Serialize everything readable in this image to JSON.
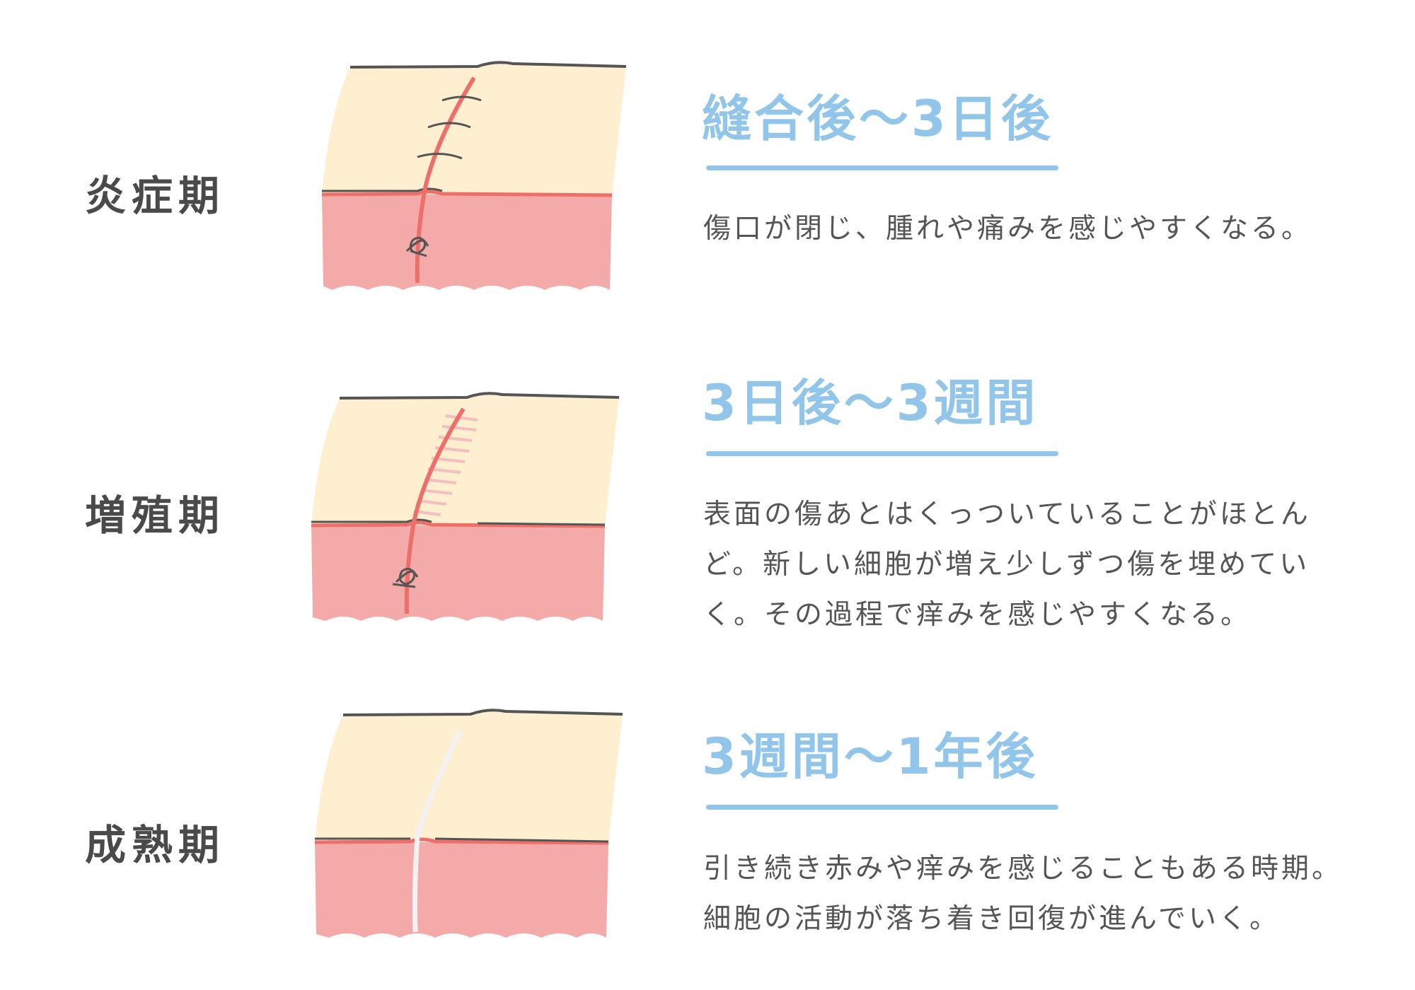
{
  "stages": [
    {
      "label": "炎症期",
      "title": "縫合後〜3日後",
      "lines": [
        "傷口が閉じ、腫れや痛みを感じやすくなる。"
      ]
    },
    {
      "label": "増殖期",
      "title": "3日後〜3週間",
      "lines": [
        "表面の傷あとはくっついていることがほとん",
        "ど。新しい細胞が増え少しずつ傷を埋めてい",
        "く。その過程で痒みを感じやすくなる。"
      ]
    },
    {
      "label": "成熟期",
      "title": "3週間〜1年後",
      "lines": [
        "引き続き赤みや痒みを感じることもある時期。",
        "細胞の活動が落ち着き回復が進んでいく。"
      ]
    }
  ],
  "colors": {
    "title": "#92c5ea",
    "skin_top": "#fdefd0",
    "skin_lower": "#f4aaa8",
    "wound": "#ee6e6a",
    "text": "#555555"
  }
}
